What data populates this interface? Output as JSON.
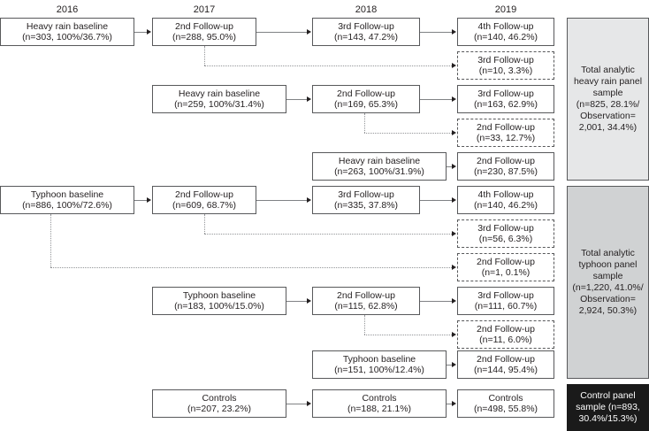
{
  "figure": {
    "kind": "participant-flow-diagram",
    "years": [
      {
        "label": "2016"
      },
      {
        "label": "2017"
      },
      {
        "label": "2018"
      },
      {
        "label": "2019"
      }
    ],
    "colors": {
      "box_border": "#58595b",
      "connector": "#808285",
      "dotted_connector": "#939598",
      "panel_light": "#e6e7e8",
      "panel_mid": "#d0d2d3",
      "panel_black": "#1a1a1a",
      "text": "#231f20",
      "text_inverse": "#ffffff"
    },
    "boxes": [
      {
        "id": "hr1-2016",
        "title": "Heavy rain baseline",
        "stats": "(n=303, 100%/36.7%)",
        "style": "solid"
      },
      {
        "id": "hr1-2017",
        "title": "2nd Follow-up",
        "stats": "(n=288, 95.0%)",
        "style": "solid"
      },
      {
        "id": "hr1-2018",
        "title": "3rd Follow-up",
        "stats": "(n=143, 47.2%)",
        "style": "solid"
      },
      {
        "id": "hr1-2019",
        "title": "4th Follow-up",
        "stats": "(n=140, 46.2%)",
        "style": "solid"
      },
      {
        "id": "hr1-drop",
        "title": "3rd Follow-up",
        "stats": "(n=10, 3.3%)",
        "style": "dashed"
      },
      {
        "id": "hr2-2017",
        "title": "Heavy rain baseline",
        "stats": "(n=259, 100%/31.4%)",
        "style": "solid"
      },
      {
        "id": "hr2-2018",
        "title": "2nd Follow-up",
        "stats": "(n=169, 65.3%)",
        "style": "solid"
      },
      {
        "id": "hr2-2019",
        "title": "3rd Follow-up",
        "stats": "(n=163, 62.9%)",
        "style": "solid"
      },
      {
        "id": "hr2-drop",
        "title": "2nd Follow-up",
        "stats": "(n=33, 12.7%)",
        "style": "dashed"
      },
      {
        "id": "hr3-2018",
        "title": "Heavy rain baseline",
        "stats": "(n=263, 100%/31.9%)",
        "style": "solid"
      },
      {
        "id": "hr3-2019",
        "title": "2nd Follow-up",
        "stats": "(n=230, 87.5%)",
        "style": "solid"
      },
      {
        "id": "ty1-2016",
        "title": "Typhoon baseline",
        "stats": "(n=886, 100%/72.6%)",
        "style": "solid"
      },
      {
        "id": "ty1-2017",
        "title": "2nd Follow-up",
        "stats": "(n=609, 68.7%)",
        "style": "solid"
      },
      {
        "id": "ty1-2018",
        "title": "3rd Follow-up",
        "stats": "(n=335, 37.8%)",
        "style": "solid"
      },
      {
        "id": "ty1-2019",
        "title": "4th Follow-up",
        "stats": "(n=140, 46.2%)",
        "style": "solid"
      },
      {
        "id": "ty1-drop",
        "title": "3rd Follow-up",
        "stats": "(n=56, 6.3%)",
        "style": "dashed"
      },
      {
        "id": "ty0-drop",
        "title": "2nd Follow-up",
        "stats": "(n=1, 0.1%)",
        "style": "dashed"
      },
      {
        "id": "ty2-2017",
        "title": "Typhoon baseline",
        "stats": "(n=183, 100%/15.0%)",
        "style": "solid"
      },
      {
        "id": "ty2-2018",
        "title": "2nd Follow-up",
        "stats": "(n=115, 62.8%)",
        "style": "solid"
      },
      {
        "id": "ty2-2019",
        "title": "3rd Follow-up",
        "stats": "(n=111, 60.7%)",
        "style": "solid"
      },
      {
        "id": "ty2-drop",
        "title": "2nd Follow-up",
        "stats": "(n=11, 6.0%)",
        "style": "dashed"
      },
      {
        "id": "ty3-2018",
        "title": "Typhoon baseline",
        "stats": "(n=151, 100%/12.4%)",
        "style": "solid"
      },
      {
        "id": "ty3-2019",
        "title": "2nd Follow-up",
        "stats": "(n=144, 95.4%)",
        "style": "solid"
      },
      {
        "id": "ct-2017",
        "title": "Controls",
        "stats": "(n=207, 23.2%)",
        "style": "solid"
      },
      {
        "id": "ct-2018",
        "title": "Controls",
        "stats": "(n=188, 21.1%)",
        "style": "solid"
      },
      {
        "id": "ct-2019",
        "title": "Controls",
        "stats": "(n=498, 55.8%)",
        "style": "solid"
      }
    ],
    "panels": [
      {
        "id": "panel-heavy-rain",
        "lines": [
          "Total analytic",
          "heavy rain panel",
          "sample",
          "(n=825, 28.1%/",
          "Observation=",
          "2,001, 34.4%)"
        ]
      },
      {
        "id": "panel-typhoon",
        "lines": [
          "Total analytic",
          "typhoon panel",
          "sample",
          "(n=1,220, 41.0%/",
          "Observation=",
          "2,924, 50.3%)"
        ]
      },
      {
        "id": "panel-control",
        "lines": [
          "Control panel",
          "sample (n=893,",
          "30.4%/15.3%)"
        ]
      }
    ]
  }
}
